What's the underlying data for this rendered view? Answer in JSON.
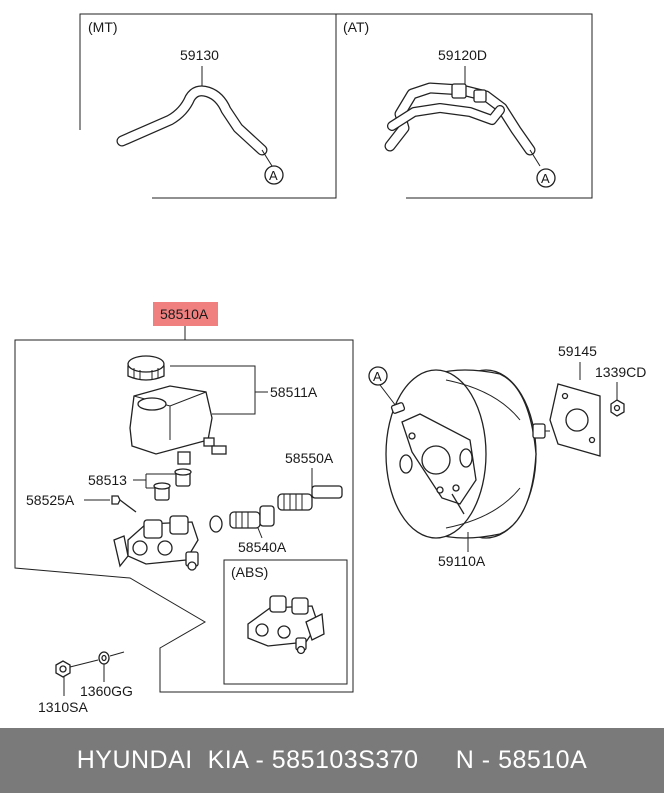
{
  "groups": {
    "mt": {
      "label": "(MT)",
      "part": "59130",
      "ref": "A"
    },
    "at": {
      "label": "(AT)",
      "part": "59120D",
      "ref": "A"
    }
  },
  "main_assembly": {
    "highlighted_part": "58510A",
    "highlight_color": "#f08080",
    "parts": {
      "reservoir": "58511A",
      "grommet": "58513",
      "bolt": "58525A",
      "seal_kit_a": "58550A",
      "seal_kit_b": "58540A"
    },
    "abs_label": "(ABS)",
    "nut": "1310SA",
    "washer": "1360GG"
  },
  "booster": {
    "ref": "A",
    "booster": "59110A",
    "gasket": "59145",
    "nut": "1339CD"
  },
  "footer": {
    "text": "HYUNDAI  KIA - 585103S370     N - 58510A",
    "background": "#7a7a7a"
  }
}
